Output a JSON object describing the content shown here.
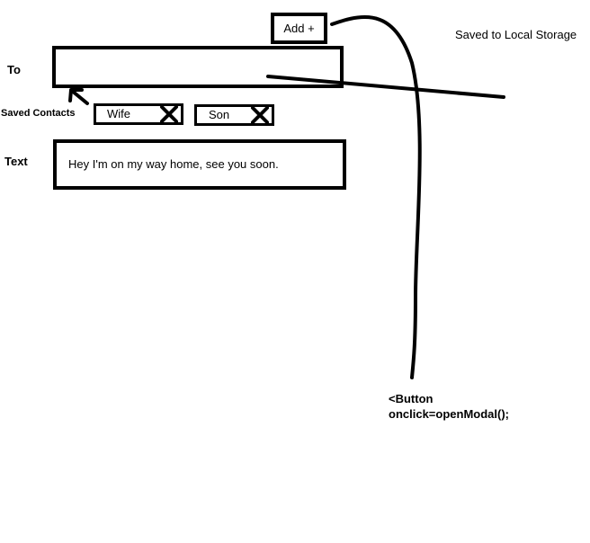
{
  "header": {
    "add_button_label": "Add +",
    "storage_note": "Saved to Local Storage"
  },
  "form": {
    "to_label": "To",
    "to_value": "",
    "saved_contacts_label": "Saved Contacts",
    "contacts": [
      {
        "label": "Wife"
      },
      {
        "label": "Son"
      }
    ],
    "text_label": "Text",
    "text_value": "Hey I'm on my way home, see you soon."
  },
  "annotation": {
    "code_line_1": "<Button",
    "code_line_2": "onclick=openModal();"
  },
  "icons": {
    "remove": "close-icon",
    "pointer": "arrow-icon"
  },
  "colors": {
    "ink": "#000000",
    "paper": "#ffffff"
  }
}
